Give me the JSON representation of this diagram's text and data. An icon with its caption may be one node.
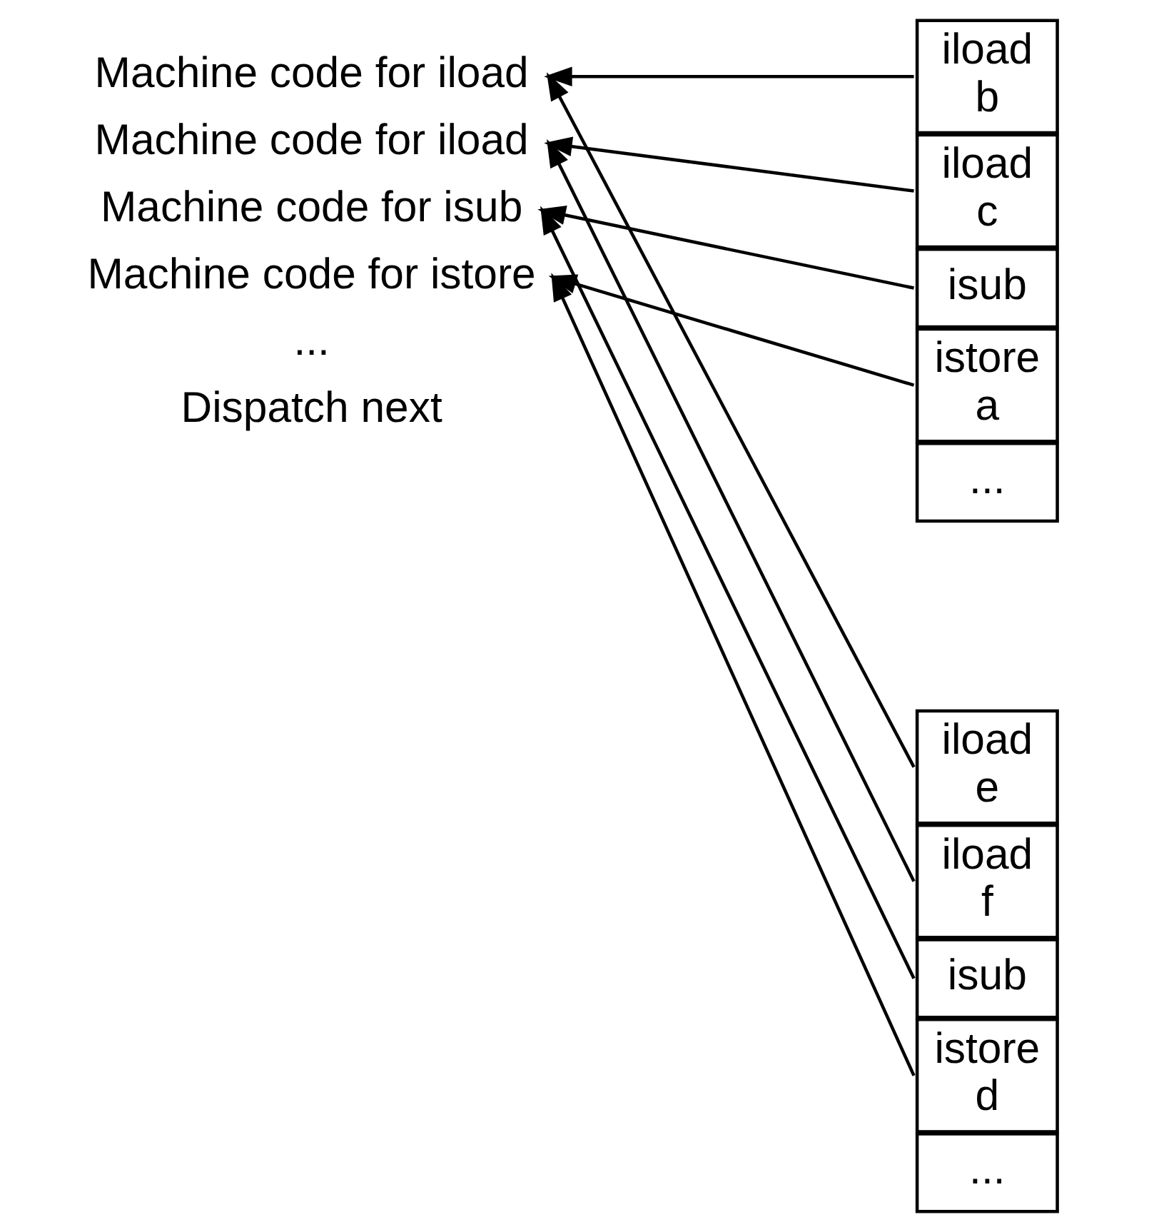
{
  "diagram": {
    "nodes": [
      {
        "text": [
          "Machine code for iload"
        ]
      },
      {
        "text": [
          "Machine code for iload"
        ]
      },
      {
        "text": [
          "Machine code for isub"
        ]
      },
      {
        "text": [
          "Machine code for istore"
        ]
      },
      {
        "text": [
          "iload b"
        ]
      },
      {
        "text": [
          "iload c"
        ]
      },
      {
        "text": [
          "isub"
        ]
      },
      {
        "text": [
          "istore a"
        ]
      },
      {
        "text": [
          "..."
        ]
      },
      {
        "text": [
          "iload e"
        ]
      },
      {
        "text": [
          "iload f"
        ]
      },
      {
        "text": [
          "isub"
        ]
      },
      {
        "text": [
          "istore d"
        ]
      },
      {
        "text": [
          "..."
        ]
      }
    ],
    "edges": [
      {
        "from": 4,
        "to": 0,
        "arrow": "to"
      },
      {
        "from": 5,
        "to": 1,
        "arrow": "to"
      },
      {
        "from": 6,
        "to": 2,
        "arrow": "to"
      },
      {
        "from": 7,
        "to": 3,
        "arrow": "to"
      },
      {
        "from": 9,
        "to": 0,
        "arrow": "to"
      },
      {
        "from": 10,
        "to": 1,
        "arrow": "to"
      },
      {
        "from": 11,
        "to": 2,
        "arrow": "to"
      },
      {
        "from": 12,
        "to": 3,
        "arrow": "to"
      }
    ],
    "labels": [
      "...",
      "Dispatch next"
    ]
  }
}
